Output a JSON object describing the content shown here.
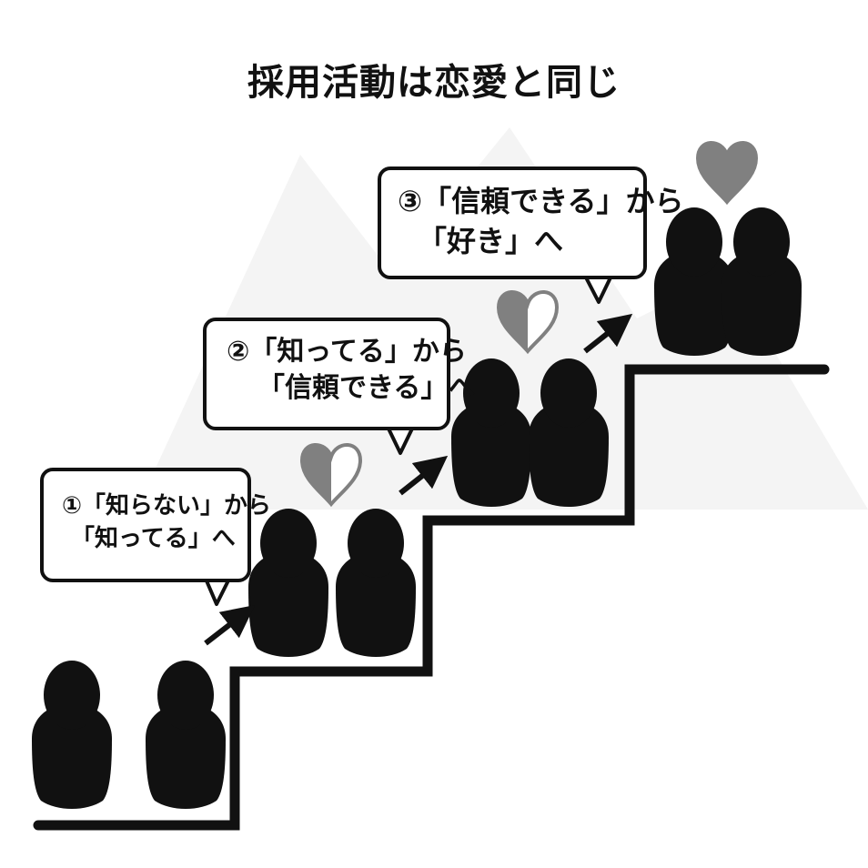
{
  "title": "採用活動は恋愛と同じ",
  "steps": [
    {
      "line1": "①「知らない」から",
      "line2": "「知ってる」へ",
      "heart": "heart-empty-icon"
    },
    {
      "line1": "②「知ってる」から",
      "line2": "「信頼できる」へ",
      "heart": "heart-half-icon"
    },
    {
      "line1": "③「信頼できる」から",
      "line2": "「好き」へ",
      "heart": "heart-full-icon"
    }
  ],
  "colors": {
    "ink": "#111111",
    "heart": "#808080",
    "watermark": "#f4f4f4"
  }
}
